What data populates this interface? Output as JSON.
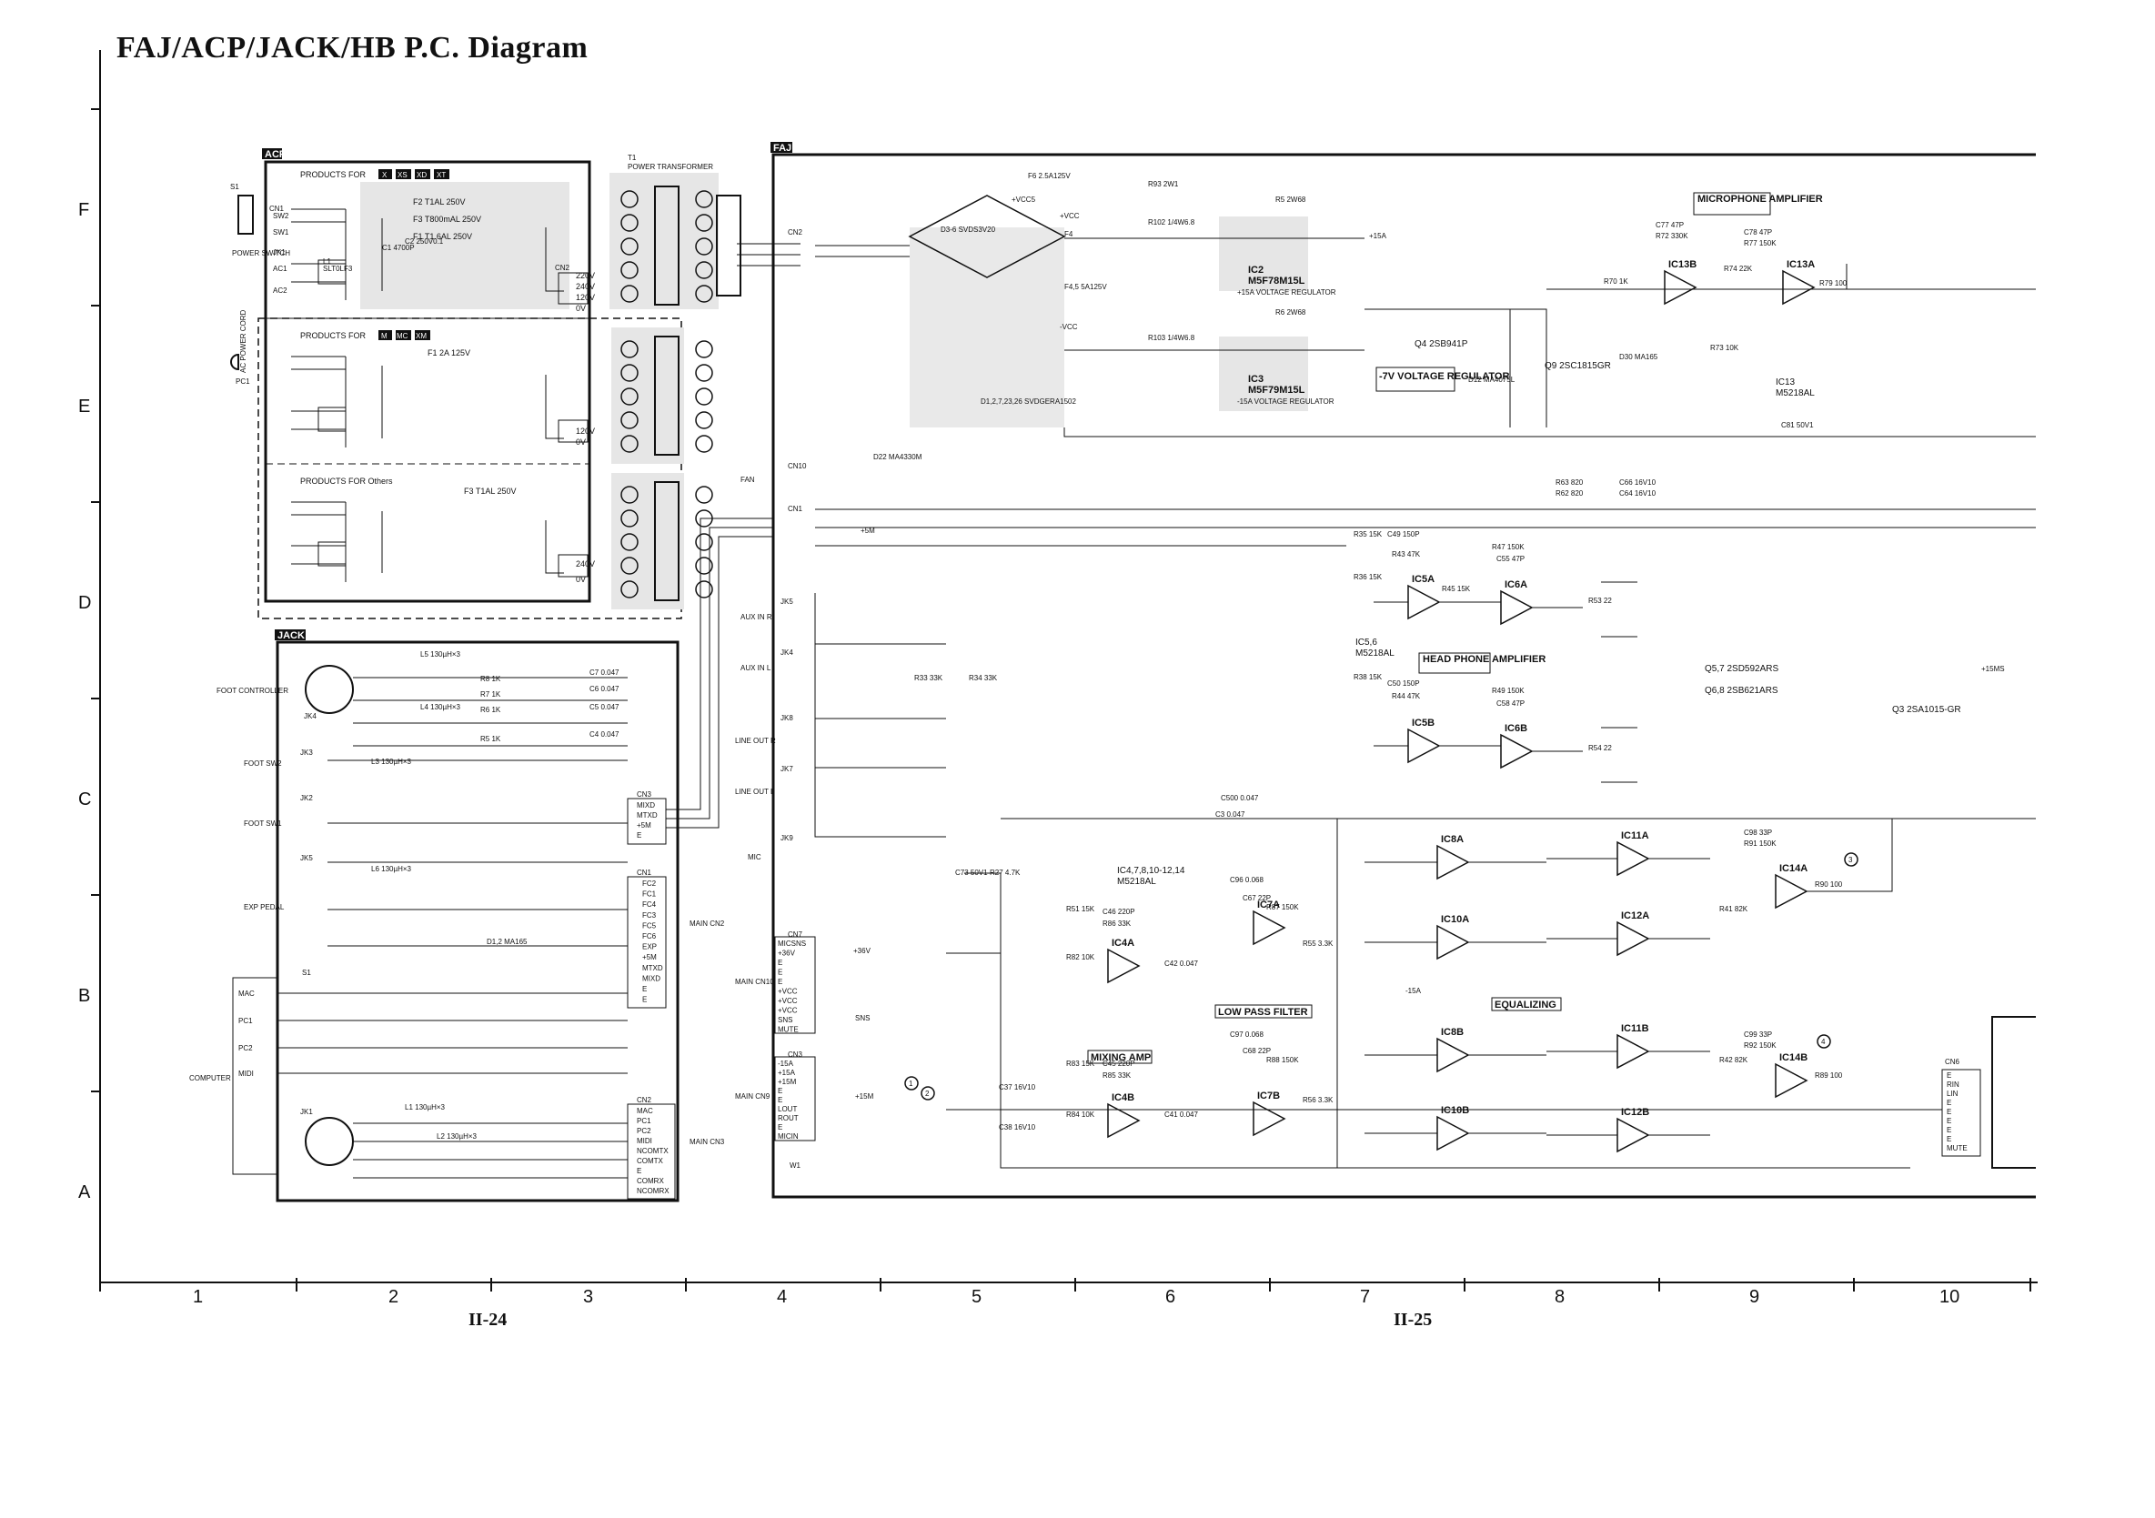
{
  "page": {
    "title": "FAJ/ACP/JACK/HB P.C. Diagram",
    "row_labels": [
      "F",
      "E",
      "D",
      "C",
      "B",
      "A"
    ],
    "col_labels": [
      "1",
      "2",
      "3",
      "4",
      "5",
      "6",
      "7",
      "8",
      "9",
      "10"
    ],
    "page_numbers": [
      "II-24",
      "II-25"
    ]
  },
  "blocks": {
    "acp": "ACP",
    "jack": "JACK",
    "faj": "FAJ"
  },
  "acp": {
    "power_switch": "POWER SWITCH",
    "s1": "S1",
    "ac_cord": "AC POWER CORD",
    "pc1": "PC1",
    "sections": [
      {
        "heading": "PRODUCTS FOR",
        "models": [
          "X",
          "XS",
          "XD",
          "XT"
        ],
        "fuses": [
          "F2 T1AL 250V",
          "F3 T800mAL 250V",
          "F1 T1.6AL 250V"
        ],
        "taps": [
          "220V",
          "240V",
          "120V",
          "0V"
        ]
      },
      {
        "heading": "PRODUCTS FOR",
        "models": [
          "M",
          "MC",
          "XM"
        ],
        "fuses": [
          "F1 2A 125V"
        ],
        "taps": [
          "120V",
          "0V"
        ]
      },
      {
        "heading": "PRODUCTS FOR Others",
        "models": [],
        "fuses": [
          "F3 T1AL 250V"
        ],
        "taps": [
          "240V",
          "0V"
        ]
      }
    ],
    "parts": [
      "CN1",
      "SW2",
      "SW1",
      "JK1",
      "AC1",
      "AC2",
      "L1",
      "SLT0LF3",
      "C1 4700P",
      "C2 250V0.1",
      "CN2",
      "T1",
      "POWER TRANSFORMER"
    ]
  },
  "jack": {
    "connectors": [
      "FOOT CONTROLLER",
      "FOOT SW2",
      "FOOT SW1",
      "EXP PEDAL",
      "COMPUTER"
    ],
    "computer_pins": [
      "MAC",
      "PC1",
      "PC2",
      "MIDI"
    ],
    "parts": [
      "JK4",
      "JK3",
      "JK2",
      "JK1",
      "JK5",
      "L5 130µH×3",
      "L4 130µH×3",
      "L3 130µH×3",
      "L6 130µH×3",
      "L1 130µH×3",
      "L2 130µH×3",
      "R8 1K",
      "R7 1K",
      "R6 1K",
      "R5 1K",
      "C7 0.047",
      "C6 0.047",
      "C5 0.047",
      "C4 0.047",
      "D1,2 MA165",
      "S1"
    ],
    "cn3_label": "CN3",
    "cn3_pins": [
      "MIXD",
      "MTXD",
      "+5M",
      "E"
    ],
    "cn1_label": "CN1",
    "cn1_pins": [
      "FC2",
      "FC1",
      "FC4",
      "FC3",
      "FC5",
      "FC6",
      "EXP",
      "+5M",
      "MTXD",
      "MIXD",
      "E",
      "E"
    ],
    "cn2_label": "CN2",
    "cn2_pins": [
      "MAC",
      "PC1",
      "PC2",
      "MIDI",
      "NCOMTX",
      "COMTX",
      "E",
      "COMRX",
      "NCOMRX"
    ],
    "main_labels": [
      "MAIN CN2",
      "MAIN CN3"
    ]
  },
  "faj": {
    "sections": [
      "MICROPHONE AMPLIFIER",
      "HEAD PHONE AMPLIFIER",
      "-7V VOLTAGE REGULATOR",
      "LOW PASS FILTER",
      "MIXING AMP",
      "EQUALIZING"
    ],
    "ics": [
      {
        "name": "IC2",
        "part": "M5F78M15L",
        "note": "+15A VOLTAGE REGULATOR"
      },
      {
        "name": "IC3",
        "part": "M5F79M15L",
        "note": "-15A VOLTAGE REGULATOR"
      },
      {
        "name": "IC13",
        "part": "M5218AL"
      },
      {
        "name": "IC5,6",
        "part": "M5218AL"
      },
      {
        "name": "IC4,7,8,10-12,14",
        "part": "M5218AL"
      }
    ],
    "opamps": [
      "IC13B",
      "IC13A",
      "IC5A",
      "IC6A",
      "IC5B",
      "IC6B",
      "IC8A",
      "IC10A",
      "IC11A",
      "IC12A",
      "IC14A",
      "IC4A",
      "IC7A",
      "IC4B",
      "IC7B",
      "IC8B",
      "IC10B",
      "IC11B",
      "IC12B",
      "IC14B"
    ],
    "transistors": [
      "Q4 2SB941P",
      "Q9 2SC1815GR",
      "Q5,7 2SD592ARS",
      "Q6,8 2SB621ARS",
      "Q3 2SA1015-GR"
    ],
    "connectors": [
      "CN2",
      "CN10",
      "CN1",
      "JK5",
      "JK4",
      "JK8",
      "JK7",
      "JK9",
      "CN7",
      "CN3",
      "W1",
      "CN6"
    ],
    "jack_labels": [
      "AUX IN R",
      "AUX IN L",
      "LINE OUT R",
      "LINE OUT L",
      "MIC"
    ],
    "cn7_pins": [
      "MICSNS",
      "+36V",
      "E",
      "E",
      "E",
      "+VCC",
      "+VCC",
      "+VCC",
      "SNS",
      "MUTE"
    ],
    "cn3_pins": [
      "-15A",
      "+15A",
      "+15M",
      "E",
      "E",
      "LOUT",
      "ROUT",
      "E",
      "MICIN"
    ],
    "cn6_pins": [
      "E",
      "RIN",
      "LIN",
      "E",
      "E",
      "E",
      "E",
      "E",
      "MUTE"
    ],
    "fan": "FAN",
    "main_labels": [
      "MAIN CN10",
      "MAIN CN9"
    ],
    "rails": [
      "+VCC5",
      "+15A",
      "-15A",
      "+5M",
      "+36V",
      "SNS",
      "+15M",
      "+15MS",
      "-VCC",
      "+VCC"
    ],
    "diodes": [
      "D3-6 SVDS3V20",
      "D1,2,7,23,26 SVDGERA1502",
      "D30 MA165",
      "D12 MA4075L",
      "D22 MA4330M"
    ],
    "components": [
      "R63 820",
      "R62 820",
      "C66 16V10",
      "C64 16V10",
      "R35 15K",
      "C49 150P",
      "R43 47K",
      "R47 150K",
      "C55 47P",
      "R53 22",
      "R36 15K",
      "R45 15K",
      "R38 15K",
      "C50 150P",
      "R44 47K",
      "R49 150K",
      "C58 47P",
      "R54 22",
      "R70 1K",
      "C77 47P",
      "R72 330K",
      "C78 47P",
      "R77 150K",
      "R74 22K",
      "R73 10K",
      "R79 100",
      "C81 50V1",
      "C98 33P",
      "R91 150K",
      "R90 100",
      "C99 33P",
      "R92 150K",
      "R89 100",
      "C500 0.047",
      "C3 0.047",
      "C96 0.068",
      "C67 22P",
      "R87 150K",
      "C97 0.068",
      "C68 22P",
      "R88 150K",
      "C46 220P",
      "R86 33K",
      "C45 220P",
      "R85 33K",
      "R55 3.3K",
      "R56 3.3K",
      "C42 0.047",
      "C41 0.047",
      "R51 15K",
      "R82 10K",
      "R83 15K",
      "R84 10K",
      "R41 82K",
      "R42 82K",
      "R33 33K",
      "R34 33K",
      "C73 50V1",
      "R27 4.7K",
      "C37 16V10",
      "C38 16V10",
      "F4",
      "F4,5 5A125V",
      "F6 2.5A125V",
      "R5 2W68",
      "R6 2W68",
      "R93 2W1",
      "R102 1/4W6.8",
      "R103 1/4W6.8"
    ]
  },
  "markers": [
    "1",
    "2",
    "3",
    "4"
  ]
}
